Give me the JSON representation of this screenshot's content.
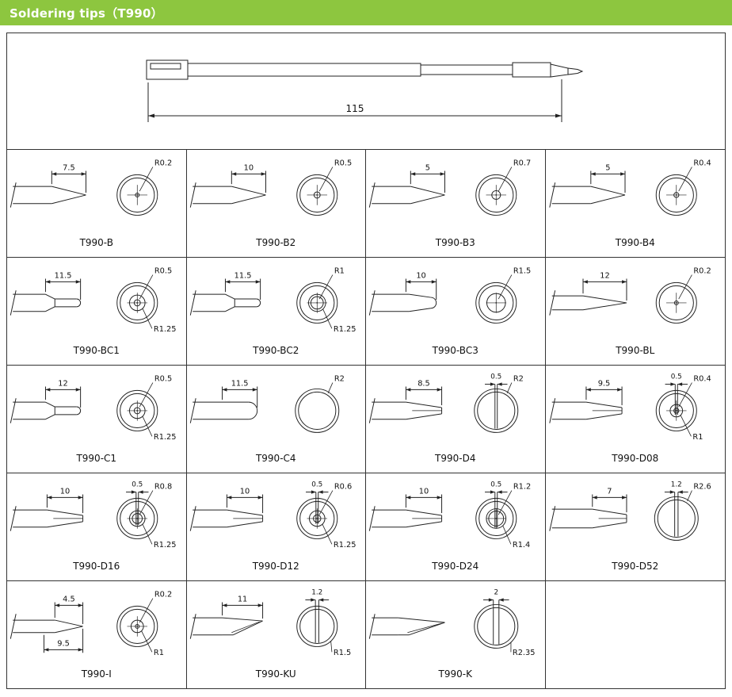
{
  "page": {
    "title": "Soldering tips（T990）",
    "accent_color": "#8dc63f",
    "line_color": "#222222"
  },
  "overview": {
    "dim": "115"
  },
  "tips": [
    {
      "label": "T990-B",
      "side_dim": "7.5",
      "side_dim2": "",
      "front_width_dim": "",
      "front_label_tr": "R0.2",
      "front_label_br": "",
      "draw": {
        "side": "cone",
        "front": "rings"
      }
    },
    {
      "label": "T990-B2",
      "side_dim": "10",
      "side_dim2": "",
      "front_width_dim": "",
      "front_label_tr": "R0.5",
      "front_label_br": "",
      "draw": {
        "side": "cone",
        "front": "rings"
      }
    },
    {
      "label": "T990-B3",
      "side_dim": "5",
      "side_dim2": "",
      "front_width_dim": "",
      "front_label_tr": "R0.7",
      "front_label_br": "",
      "draw": {
        "side": "cone",
        "front": "rings"
      }
    },
    {
      "label": "T990-B4",
      "side_dim": "5",
      "side_dim2": "",
      "front_width_dim": "",
      "front_label_tr": "R0.4",
      "front_label_br": "",
      "draw": {
        "side": "cone",
        "front": "rings"
      }
    },
    {
      "label": "T990-BC1",
      "side_dim": "11.5",
      "side_dim2": "",
      "front_width_dim": "",
      "front_label_tr": "R0.5",
      "front_label_br": "R1.25",
      "draw": {
        "side": "bevel",
        "front": "rings"
      }
    },
    {
      "label": "T990-BC2",
      "side_dim": "11.5",
      "side_dim2": "",
      "front_width_dim": "",
      "front_label_tr": "R1",
      "front_label_br": "R1.25",
      "draw": {
        "side": "bevel",
        "front": "rings"
      }
    },
    {
      "label": "T990-BC3",
      "side_dim": "10",
      "side_dim2": "",
      "front_width_dim": "",
      "front_label_tr": "R1.5",
      "front_label_br": "",
      "draw": {
        "side": "round",
        "front": "rings"
      }
    },
    {
      "label": "T990-BL",
      "side_dim": "12",
      "side_dim2": "",
      "front_width_dim": "",
      "front_label_tr": "R0.2",
      "front_label_br": "",
      "draw": {
        "side": "cone_long",
        "front": "rings"
      }
    },
    {
      "label": "T990-C1",
      "side_dim": "12",
      "side_dim2": "",
      "front_width_dim": "",
      "front_label_tr": "R0.5",
      "front_label_br": "R1.25",
      "draw": {
        "side": "bevel",
        "front": "rings"
      }
    },
    {
      "label": "T990-C4",
      "side_dim": "11.5",
      "side_dim2": "",
      "front_width_dim": "",
      "front_label_tr": "R2",
      "front_label_br": "",
      "draw": {
        "side": "round_big",
        "front": "big"
      }
    },
    {
      "label": "T990-D4",
      "side_dim": "8.5",
      "side_dim2": "",
      "front_width_dim": "0.5",
      "front_label_tr": "R2",
      "front_label_br": "",
      "draw": {
        "side": "chisel",
        "front": "slot"
      }
    },
    {
      "label": "T990-D08",
      "side_dim": "9.5",
      "side_dim2": "",
      "front_width_dim": "0.5",
      "front_label_tr": "R0.4",
      "front_label_br": "R1",
      "draw": {
        "side": "chisel",
        "front": "rings"
      }
    },
    {
      "label": "T990-D16",
      "side_dim": "10",
      "side_dim2": "",
      "front_width_dim": "0.5",
      "front_label_tr": "R0.8",
      "front_label_br": "R1.25",
      "draw": {
        "side": "chisel",
        "front": "rings"
      }
    },
    {
      "label": "T990-D12",
      "side_dim": "10",
      "side_dim2": "",
      "front_width_dim": "0.5",
      "front_label_tr": "R0.6",
      "front_label_br": "R1.25",
      "draw": {
        "side": "chisel",
        "front": "rings"
      }
    },
    {
      "label": "T990-D24",
      "side_dim": "10",
      "side_dim2": "",
      "front_width_dim": "0.5",
      "front_label_tr": "R1.2",
      "front_label_br": "R1.4",
      "draw": {
        "side": "chisel",
        "front": "rings"
      }
    },
    {
      "label": "T990-D52",
      "side_dim": "7",
      "side_dim2": "",
      "front_width_dim": "1.2",
      "front_label_tr": "R2.6",
      "front_label_br": "",
      "draw": {
        "side": "chisel_big",
        "front": "slot"
      }
    },
    {
      "label": "T990-I",
      "side_dim": "4.5",
      "side_dim2": "9.5",
      "front_width_dim": "",
      "front_label_tr": "R0.2",
      "front_label_br": "R1",
      "draw": {
        "side": "cone2",
        "front": "rings"
      }
    },
    {
      "label": "T990-KU",
      "side_dim": "11",
      "side_dim2": "",
      "front_width_dim": "1.2",
      "front_label_tr": "",
      "front_label_br": "R1.5",
      "draw": {
        "side": "knife",
        "front": "slot"
      }
    },
    {
      "label": "T990-K",
      "side_dim": "",
      "side_dim2": "",
      "front_width_dim": "2",
      "front_label_tr": "",
      "front_label_br": "R2.35",
      "draw": {
        "side": "knife_big",
        "front": "slot"
      }
    }
  ]
}
